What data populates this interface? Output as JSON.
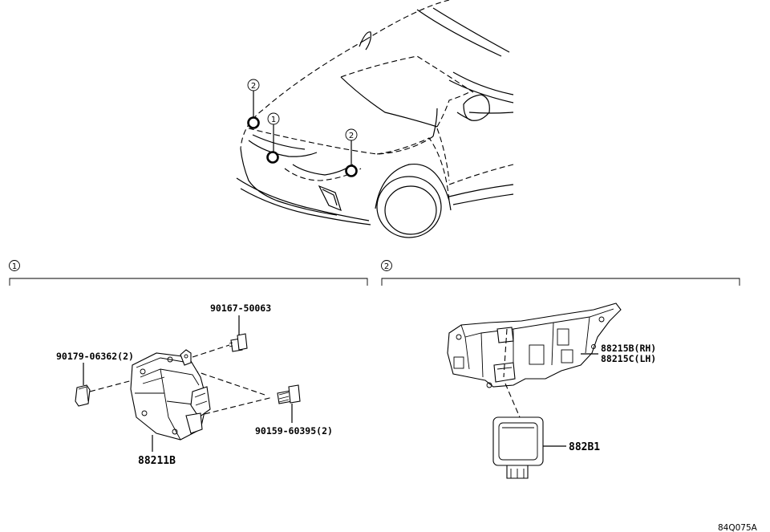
{
  "callouts": {
    "c1": "1",
    "c2": "2"
  },
  "vehicle_markers": [
    {
      "number": "2"
    },
    {
      "number": "1"
    },
    {
      "number": "2"
    }
  ],
  "group1": {
    "number": "1",
    "parts": {
      "bolt_top": "90167-50063",
      "nut_left": "90179-06362(2)",
      "bolt_right": "90159-60395(2)",
      "sensor": "88211B"
    }
  },
  "group2": {
    "number": "2",
    "parts": {
      "bracket_rh": "88215B(RH)",
      "bracket_lh": "88215C(LH)",
      "sensor": "882B1"
    }
  },
  "illustration_code": "84Q075A"
}
